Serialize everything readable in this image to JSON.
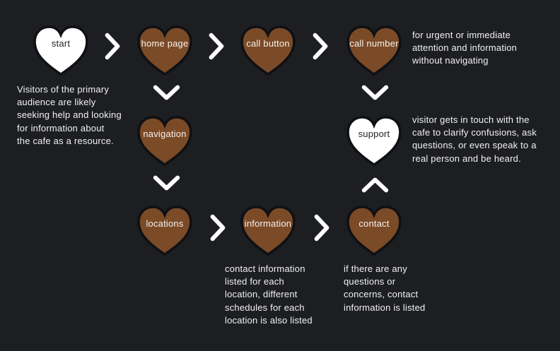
{
  "diagram": {
    "type": "flowchart",
    "colors": {
      "background": "#1d1e22",
      "heart_brown": "#7b4a27",
      "heart_white": "#ffffff",
      "heart_outline": "#0f1013",
      "arrow": "#ffffff",
      "note_text": "#f2f2f2",
      "label_on_brown": "#f6f2ee",
      "label_on_white": "#232323"
    },
    "nodes": {
      "start": {
        "label": "start",
        "fill": "#ffffff"
      },
      "home_page": {
        "label": "home page",
        "fill": "#7b4a27"
      },
      "call_button": {
        "label": "call button",
        "fill": "#7b4a27"
      },
      "call_number": {
        "label": "call number",
        "fill": "#7b4a27"
      },
      "navigation": {
        "label": "navigation",
        "fill": "#7b4a27"
      },
      "support": {
        "label": "support",
        "fill": "#ffffff"
      },
      "locations": {
        "label": "locations",
        "fill": "#7b4a27"
      },
      "information": {
        "label": "information",
        "fill": "#7b4a27"
      },
      "contact": {
        "label": "contact",
        "fill": "#7b4a27"
      }
    },
    "annotations": {
      "start_note": "Visitors of the primary\naudience are likely\nseeking help and looking\nfor information about\nthe cafe as a resource.",
      "call_number_note": "for urgent or immediate\nattention and information\nwithout navigating",
      "support_note": "visitor gets in touch with the\ncafe to clarify confusions, ask\nquestions, or even speak to a\nreal person and be heard.",
      "information_note": "contact information\nlisted for each\nlocation, different\nschedules for each\nlocation is also listed",
      "contact_note": "if there are any\nquestions or\nconcerns, contact\ninformation is listed"
    },
    "edges": [
      {
        "from": "start",
        "to": "home page",
        "direction": "right"
      },
      {
        "from": "home page",
        "to": "call button",
        "direction": "right"
      },
      {
        "from": "call button",
        "to": "call number",
        "direction": "right"
      },
      {
        "from": "home page",
        "to": "navigation",
        "direction": "down"
      },
      {
        "from": "call number",
        "to": "support",
        "direction": "down"
      },
      {
        "from": "navigation",
        "to": "locations",
        "direction": "down"
      },
      {
        "from": "locations",
        "to": "information",
        "direction": "right"
      },
      {
        "from": "information",
        "to": "contact",
        "direction": "right"
      },
      {
        "from": "contact",
        "to": "support",
        "direction": "up"
      }
    ]
  }
}
